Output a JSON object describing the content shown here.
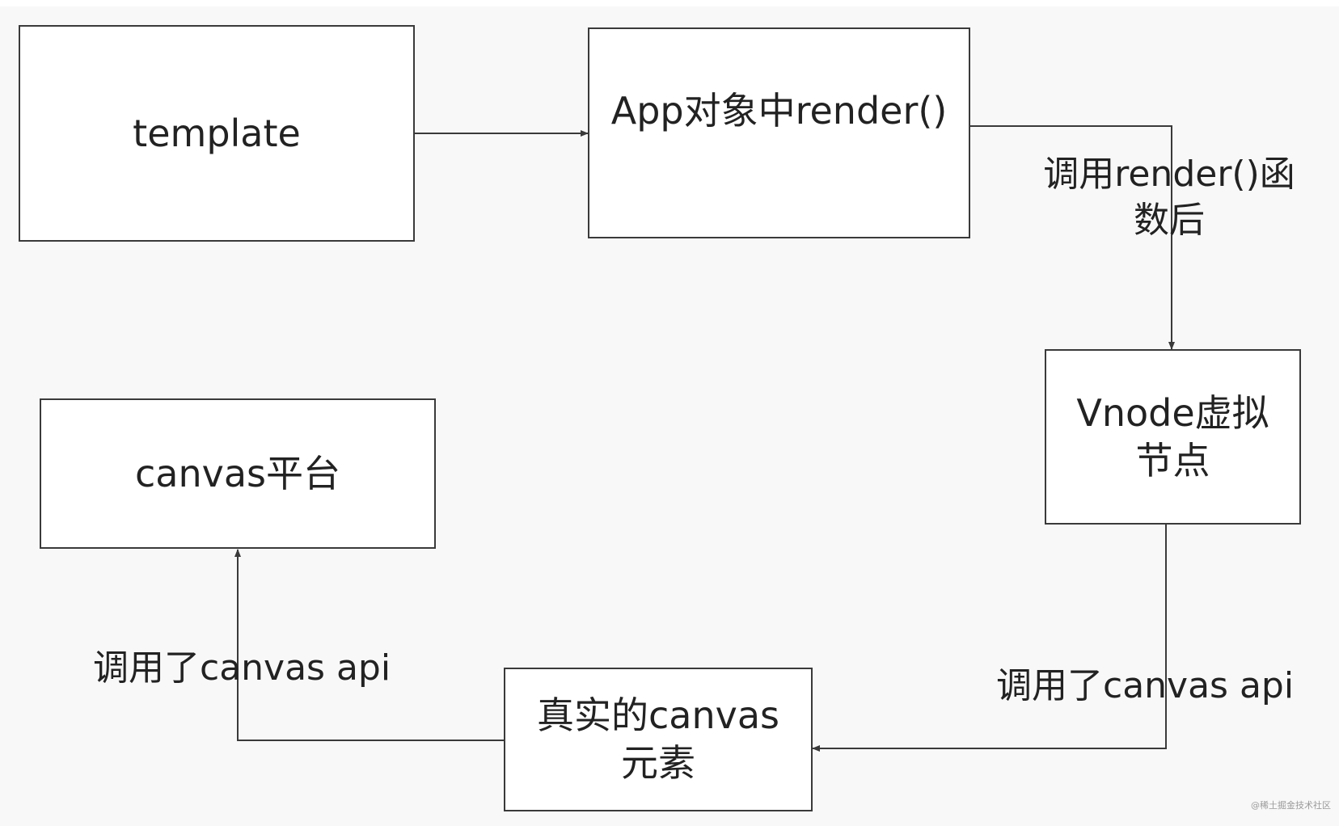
{
  "nodes": {
    "template": "template",
    "app_render": "App对象中render()",
    "vnode": "Vnode虚拟节点",
    "real_canvas": "真实的canvas元素",
    "canvas_platform": "canvas平台"
  },
  "edges": {
    "app_to_vnode": "调用render()函数后",
    "vnode_to_real": "调用了canvas api",
    "real_to_platform": "调用了canvas api"
  },
  "watermark": "@稀土掘金技术社区",
  "colors": {
    "background": "#f8f8f8",
    "box_fill": "#ffffff",
    "stroke": "#3a3a3a",
    "text": "#222222"
  }
}
